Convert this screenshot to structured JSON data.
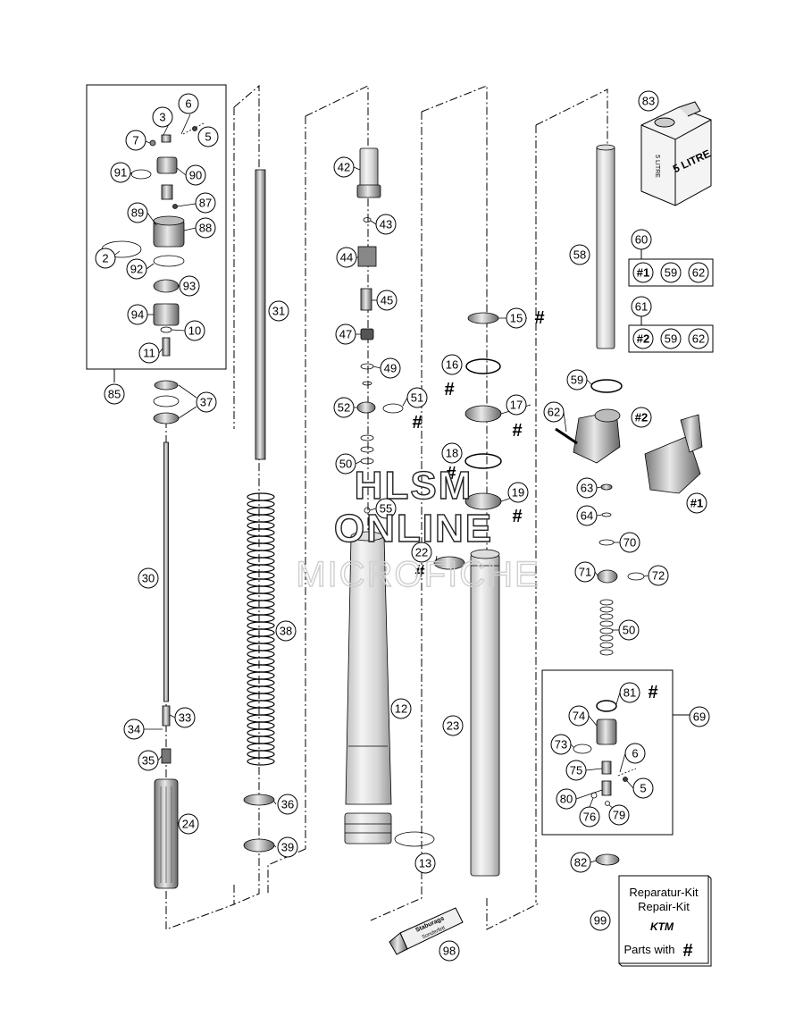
{
  "callouts": [
    {
      "id": "c3",
      "label": "3"
    },
    {
      "id": "c6a",
      "label": "6"
    },
    {
      "id": "c5a",
      "label": "5"
    },
    {
      "id": "c7",
      "label": "7"
    },
    {
      "id": "c91",
      "label": "91"
    },
    {
      "id": "c90",
      "label": "90"
    },
    {
      "id": "c87",
      "label": "87"
    },
    {
      "id": "c89",
      "label": "89"
    },
    {
      "id": "c88",
      "label": "88"
    },
    {
      "id": "c2",
      "label": "2"
    },
    {
      "id": "c92",
      "label": "92"
    },
    {
      "id": "c93",
      "label": "93"
    },
    {
      "id": "c94",
      "label": "94"
    },
    {
      "id": "c10",
      "label": "10"
    },
    {
      "id": "c11",
      "label": "11"
    },
    {
      "id": "c85",
      "label": "85"
    },
    {
      "id": "c37",
      "label": "37"
    },
    {
      "id": "c30",
      "label": "30"
    },
    {
      "id": "c34",
      "label": "34"
    },
    {
      "id": "c33",
      "label": "33"
    },
    {
      "id": "c35",
      "label": "35"
    },
    {
      "id": "c24",
      "label": "24"
    },
    {
      "id": "c31",
      "label": "31"
    },
    {
      "id": "c38",
      "label": "38"
    },
    {
      "id": "c36",
      "label": "36"
    },
    {
      "id": "c39",
      "label": "39"
    },
    {
      "id": "c42",
      "label": "42"
    },
    {
      "id": "c43",
      "label": "43"
    },
    {
      "id": "c44",
      "label": "44"
    },
    {
      "id": "c45",
      "label": "45"
    },
    {
      "id": "c47",
      "label": "47"
    },
    {
      "id": "c49",
      "label": "49"
    },
    {
      "id": "c52",
      "label": "52"
    },
    {
      "id": "c51",
      "label": "51"
    },
    {
      "id": "c50a",
      "label": "50"
    },
    {
      "id": "c55",
      "label": "55"
    },
    {
      "id": "c12",
      "label": "12"
    },
    {
      "id": "c13",
      "label": "13"
    },
    {
      "id": "c98",
      "label": "98"
    },
    {
      "id": "c15",
      "label": "15"
    },
    {
      "id": "c16",
      "label": "16"
    },
    {
      "id": "c17",
      "label": "17"
    },
    {
      "id": "c18",
      "label": "18"
    },
    {
      "id": "c19",
      "label": "19"
    },
    {
      "id": "c22",
      "label": "22"
    },
    {
      "id": "c23",
      "label": "23"
    },
    {
      "id": "c83",
      "label": "83"
    },
    {
      "id": "c58",
      "label": "58"
    },
    {
      "id": "c60",
      "label": "60"
    },
    {
      "id": "c61",
      "label": "61"
    },
    {
      "id": "c59",
      "label": "59"
    },
    {
      "id": "c62",
      "label": "62"
    },
    {
      "id": "c63",
      "label": "63"
    },
    {
      "id": "c64",
      "label": "64"
    },
    {
      "id": "c70",
      "label": "70"
    },
    {
      "id": "c71",
      "label": "71"
    },
    {
      "id": "c72",
      "label": "72"
    },
    {
      "id": "c50b",
      "label": "50"
    },
    {
      "id": "c81",
      "label": "81"
    },
    {
      "id": "c69",
      "label": "69"
    },
    {
      "id": "c74",
      "label": "74"
    },
    {
      "id": "c73",
      "label": "73"
    },
    {
      "id": "c6b",
      "label": "6"
    },
    {
      "id": "c75",
      "label": "75"
    },
    {
      "id": "c5b",
      "label": "5"
    },
    {
      "id": "c80",
      "label": "80"
    },
    {
      "id": "c76",
      "label": "76"
    },
    {
      "id": "c79",
      "label": "79"
    },
    {
      "id": "c82",
      "label": "82"
    },
    {
      "id": "c99",
      "label": "99"
    }
  ],
  "kit60": [
    "#1",
    "59",
    "62"
  ],
  "kit61": [
    "#2",
    "59",
    "62"
  ],
  "hash_mark": "#",
  "bracket_labels": {
    "h1": "#1",
    "h2": "#2"
  },
  "oil_can": {
    "text_a": "5 LITRE",
    "text_b": "5 LITRE"
  },
  "grease_tube": {
    "line1": "Staburags",
    "line2": "Sonderfett"
  },
  "repair_kit": {
    "line1": "Reparatur-Kit",
    "line2": "Repair-Kit",
    "logo": "KTM",
    "parts_with": "Parts with",
    "hash": "#"
  },
  "watermark": {
    "line1": "HLSM",
    "line2": "ONLINE",
    "line3": "MICROFICHE"
  }
}
